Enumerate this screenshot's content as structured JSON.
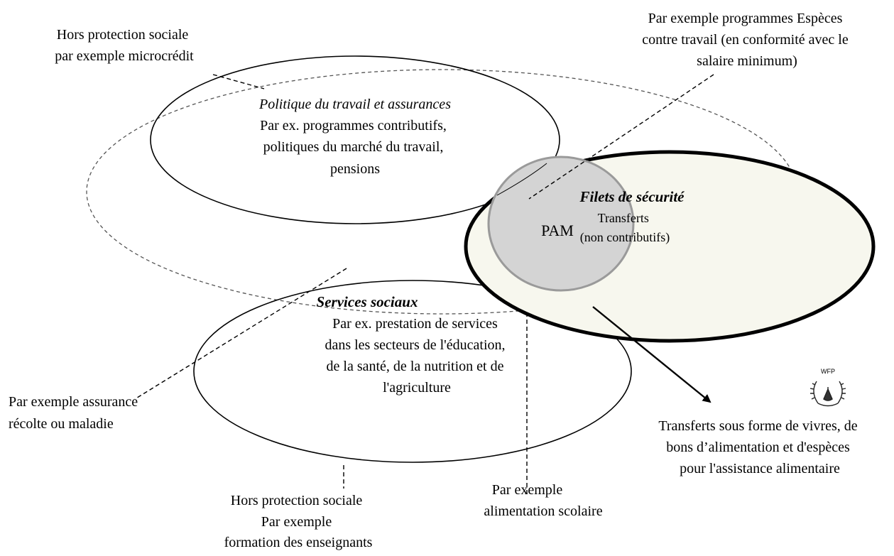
{
  "colors": {
    "stroke": "#000000",
    "dashed_outline": "#555555",
    "safety_net_fill": "#f7f7ee",
    "wfp_fill": "#d4d4d4",
    "wfp_stroke": "#9a9a9a"
  },
  "labels": {
    "top_left_note": [
      "Hors protection sociale",
      "par exemple microcrédit"
    ],
    "top_right_note": [
      "Par exemple programmes Espèces",
      "contre travail (en conformité avec le",
      "salaire minimum)"
    ],
    "labour": {
      "title": "Politique du travail et assurances",
      "lines": [
        "Par ex. programmes contributifs,",
        "politiques du marché du travail,",
        "pensions"
      ]
    },
    "safety_nets": {
      "title": "Filets de sécurité",
      "lines": [
        "Transferts",
        "(non contributifs)"
      ]
    },
    "wfp": "PAM",
    "social_services": {
      "title": "Services sociaux",
      "lines": [
        "Par ex. prestation de services",
        "dans les secteurs de l'éducation,",
        "de la santé, de la nutrition et de",
        "l'agriculture"
      ]
    },
    "left_note": [
      "Par exemple assurance",
      "récolte ou maladie"
    ],
    "bottom_center_note": [
      "Hors protection sociale",
      "Par exemple",
      "formation des enseignants"
    ],
    "bottom_school_note": [
      "Par exemple",
      "alimentation scolaire"
    ],
    "transfers_note": [
      "Transferts sous forme de vivres, de",
      "bons d’alimentation et d'espèces",
      "pour l'assistance alimentaire"
    ],
    "logo_text": "WFP"
  }
}
